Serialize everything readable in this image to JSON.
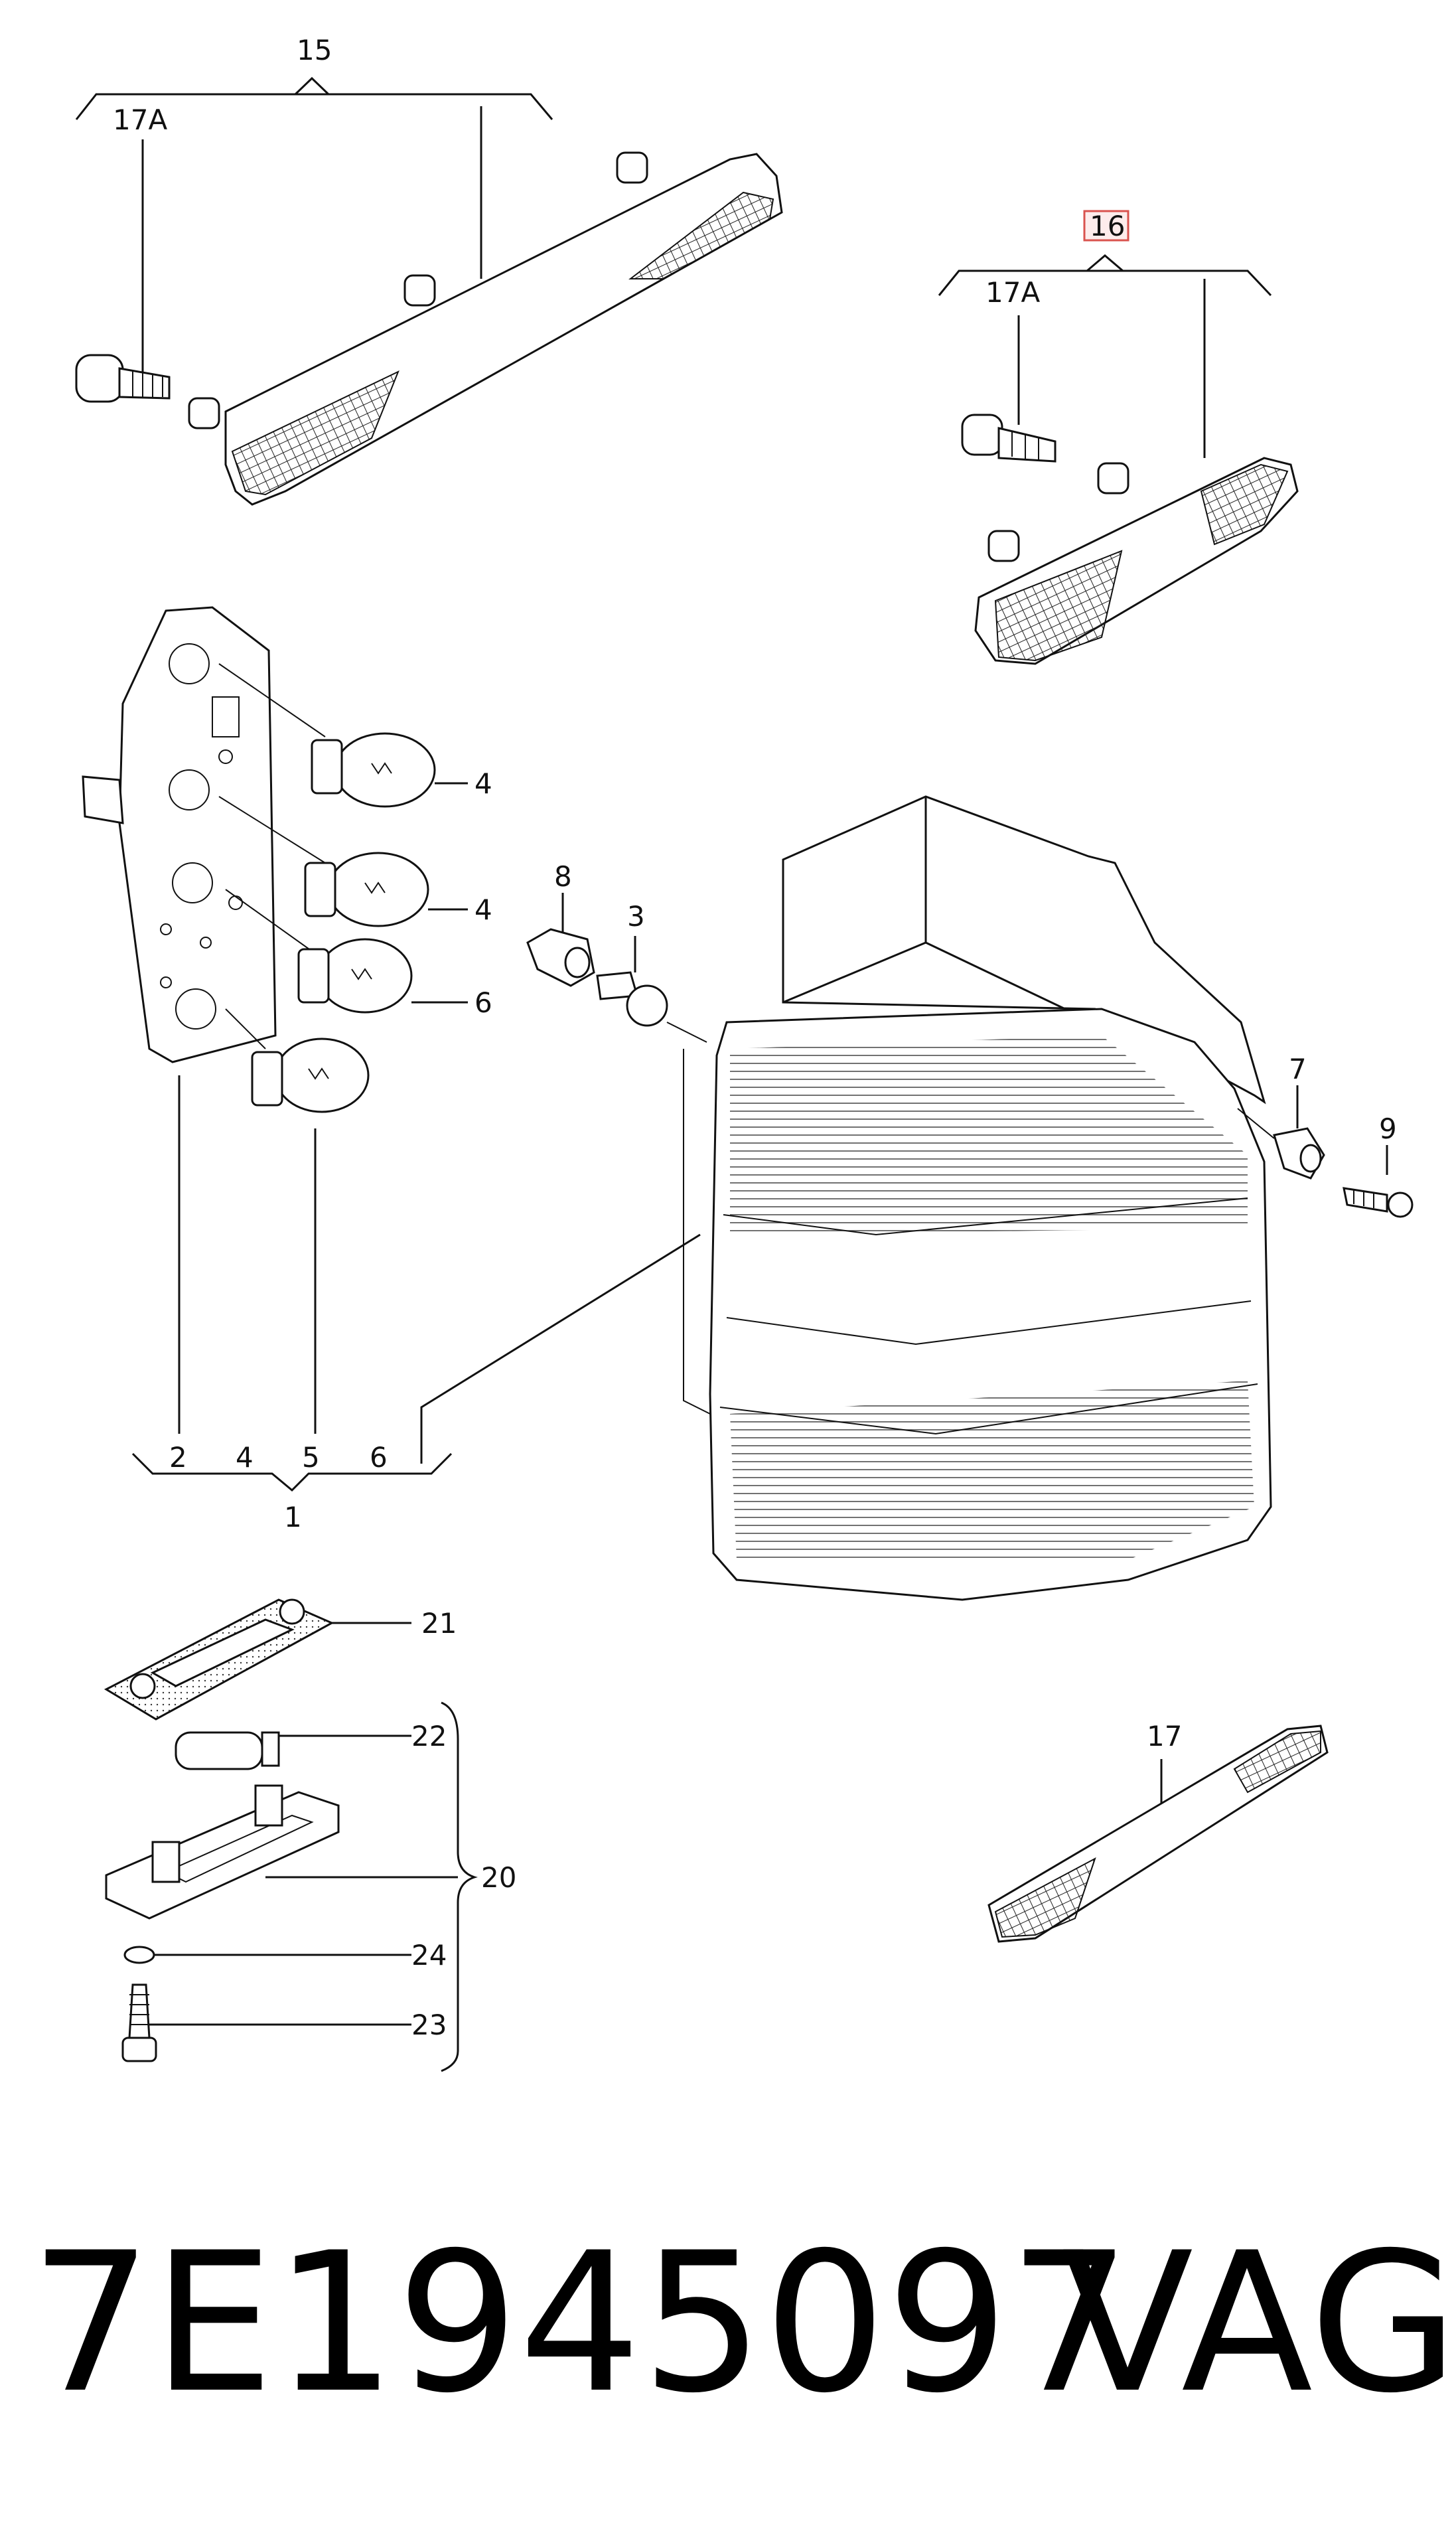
{
  "callouts": {
    "c15": "15",
    "c17a_top": "17A",
    "c16": "16",
    "c17a_right": "17A",
    "c4a": "4",
    "c4b": "4",
    "c6": "6",
    "c8": "8",
    "c3": "3",
    "c7": "7",
    "c9": "9",
    "c2": "2",
    "c4c": "4",
    "c5": "5",
    "c6b": "6",
    "c1": "1",
    "c21": "21",
    "c22": "22",
    "c20": "20",
    "c24": "24",
    "c23": "23",
    "c17": "17"
  },
  "highlight_color": "#d9534f",
  "footer": {
    "part_number": "7E1945097",
    "brand": "VAG"
  }
}
